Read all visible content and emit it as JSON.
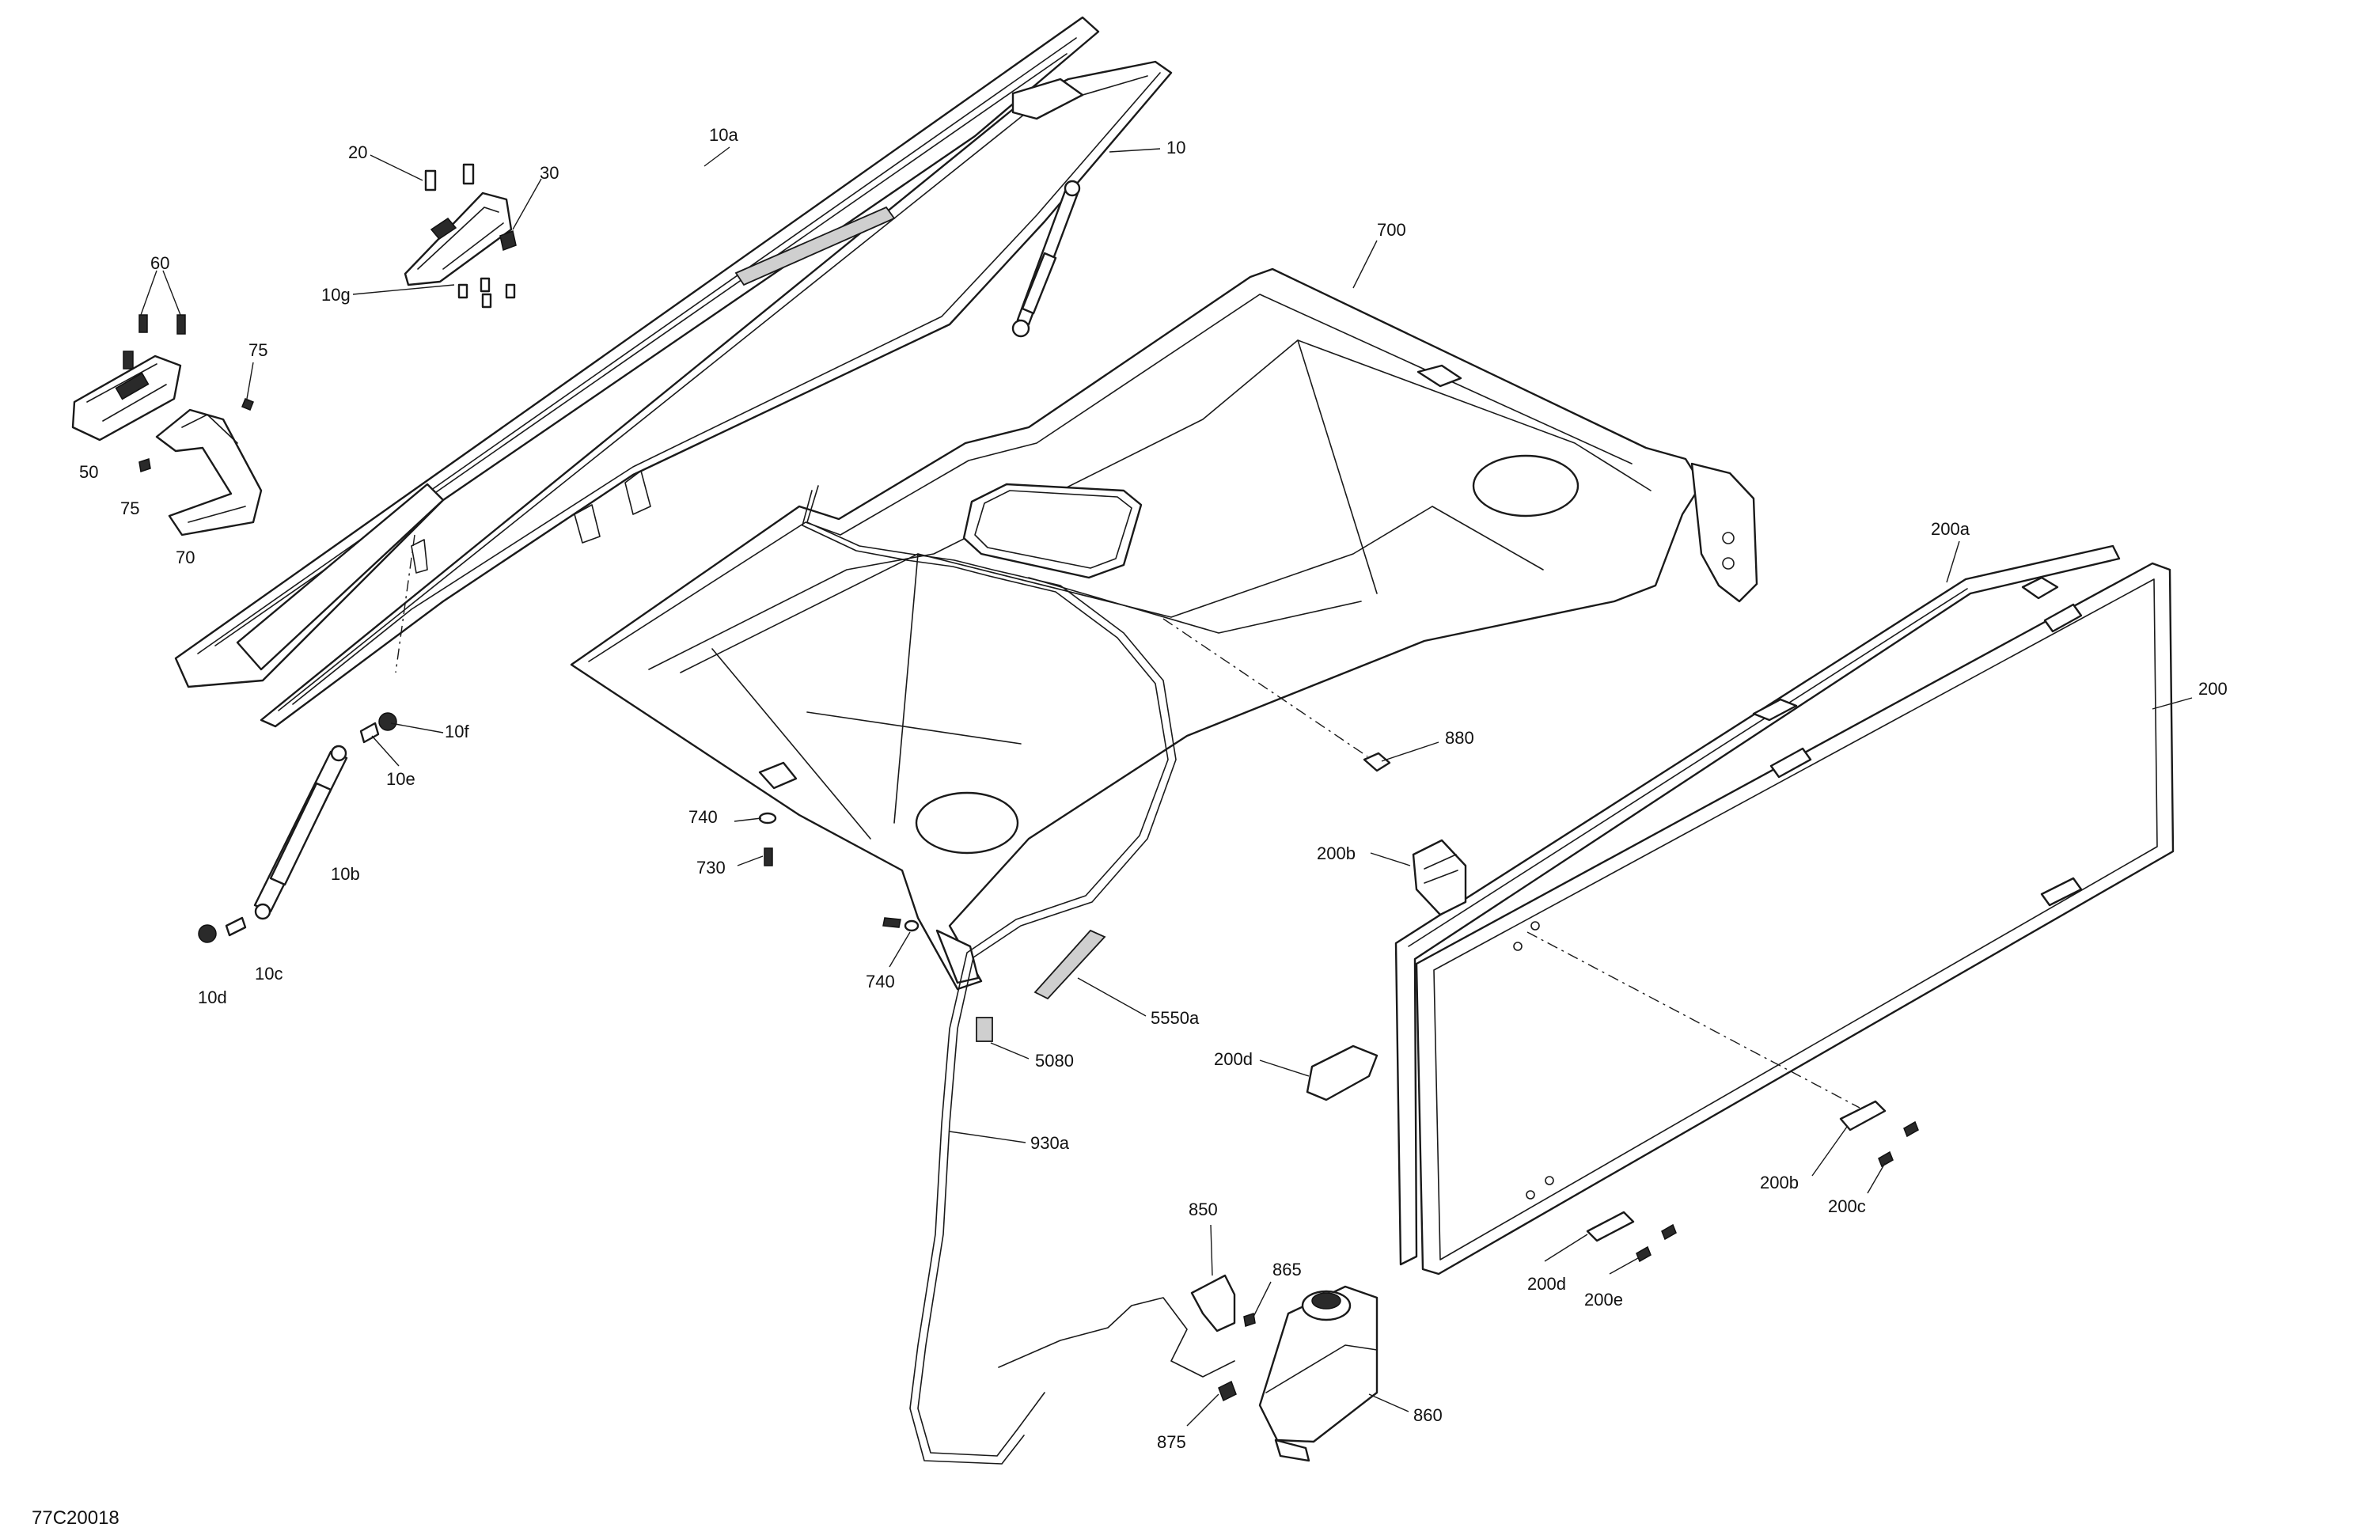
{
  "drawing": {
    "document_number": "77C20018",
    "callouts": {
      "c10a": "10a",
      "c10": "10",
      "c20": "20",
      "c30": "30",
      "c10g": "10g",
      "c60": "60",
      "c75a": "75",
      "c50": "50",
      "c75b": "75",
      "c70": "70",
      "c700": "700",
      "c10f": "10f",
      "c10e": "10e",
      "c10b": "10b",
      "c10c": "10c",
      "c10d": "10d",
      "c880": "880",
      "c740a": "740",
      "c730": "730",
      "c740b": "740",
      "c5550a": "5550a",
      "c5080": "5080",
      "c930a": "930a",
      "c850": "850",
      "c865": "865",
      "c875": "875",
      "c860": "860",
      "c200a": "200a",
      "c200": "200",
      "c200b_top": "200b",
      "c200d_left": "200d",
      "c200b_bottom": "200b",
      "c200c": "200c",
      "c200d_bottom": "200d",
      "c200e": "200e"
    }
  }
}
